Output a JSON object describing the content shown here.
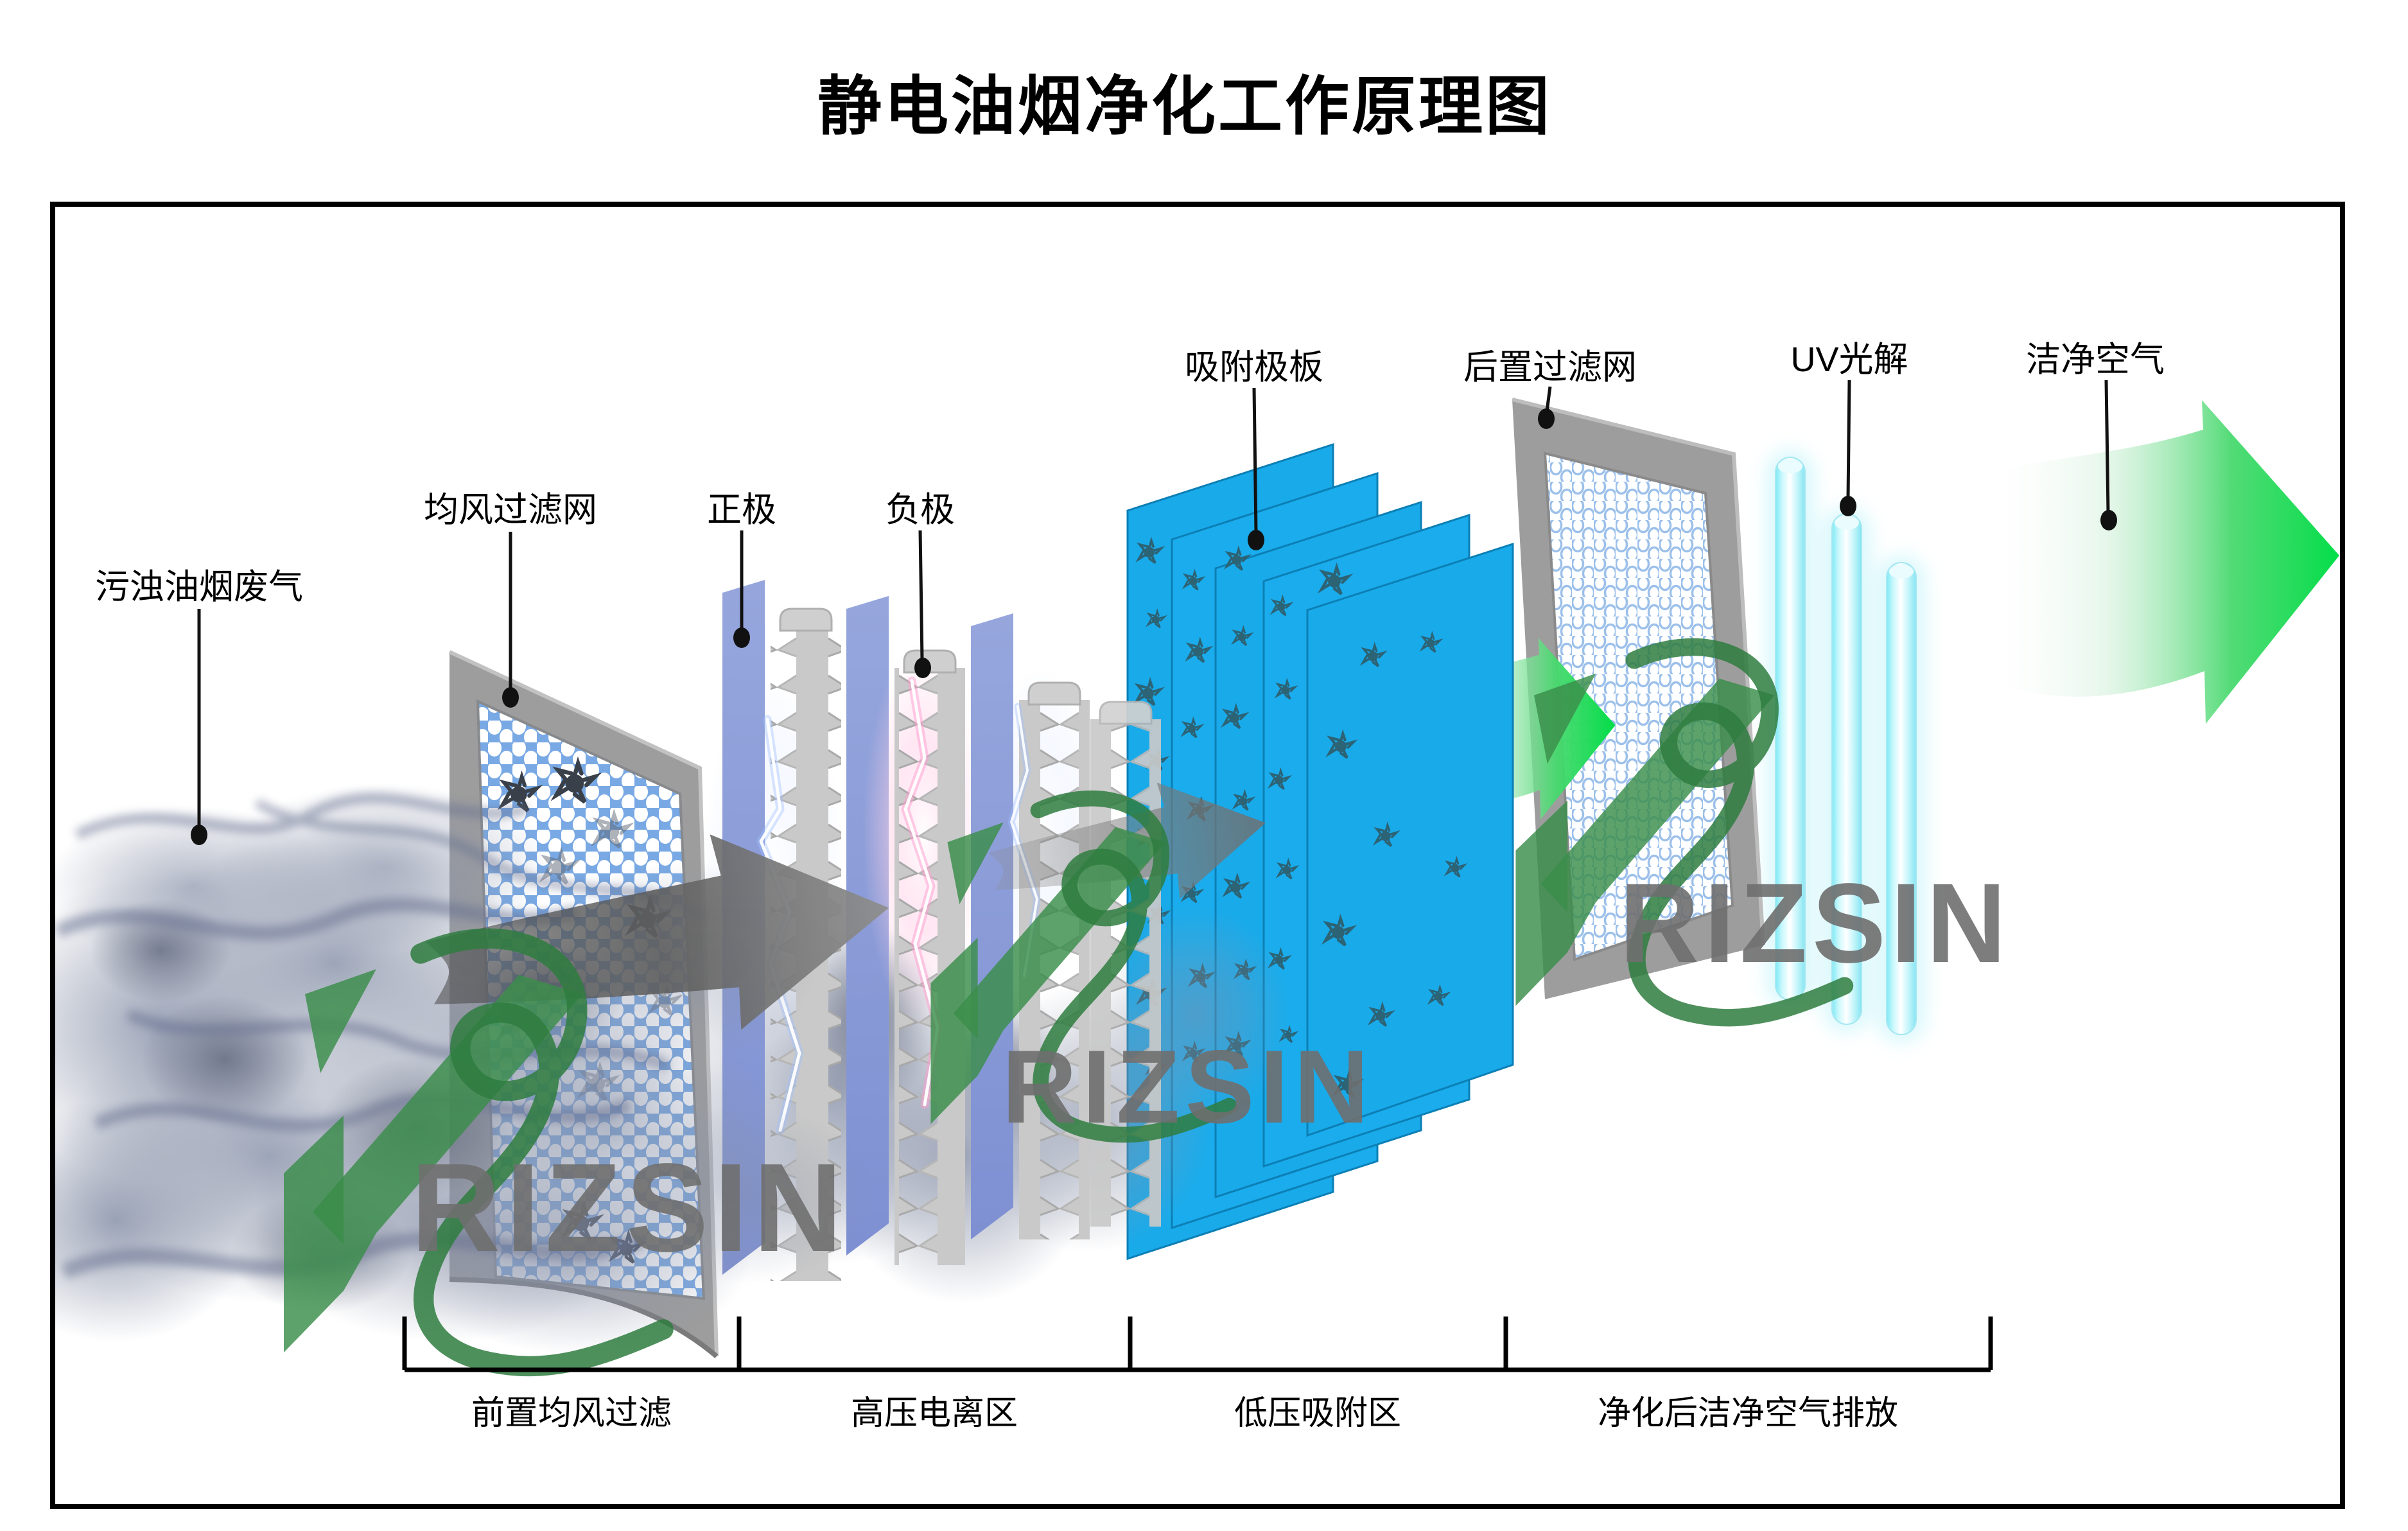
{
  "title": "静电油烟净化工作原理图",
  "watermark": "RIZSIN",
  "component_labels": {
    "dirty_air": "污浊油烟废气",
    "pre_filter_mesh": "均风过滤网",
    "positive_electrode": "正极",
    "negative_electrode": "负极",
    "adsorption_plates": "吸附极板",
    "post_filter_mesh": "后置过滤网",
    "uv_photolysis": "UV光解",
    "clean_air": "洁净空气"
  },
  "zone_labels": [
    "前置均风过滤",
    "高压电离区",
    "低压吸附区",
    "净化后洁净空气排放"
  ],
  "colors": {
    "adsorption_plate_blue": "#19aaea",
    "ionizer_plate_blue": "#8b9ad8",
    "frame_gray": "#9d9d9d",
    "mesh_blue": "#79a9e4",
    "uv_cyan": "#8feaf5",
    "clean_air_green": "#04dd49",
    "logo_green": "#3a8d4a",
    "smoke_gray": "#7e88a0"
  }
}
